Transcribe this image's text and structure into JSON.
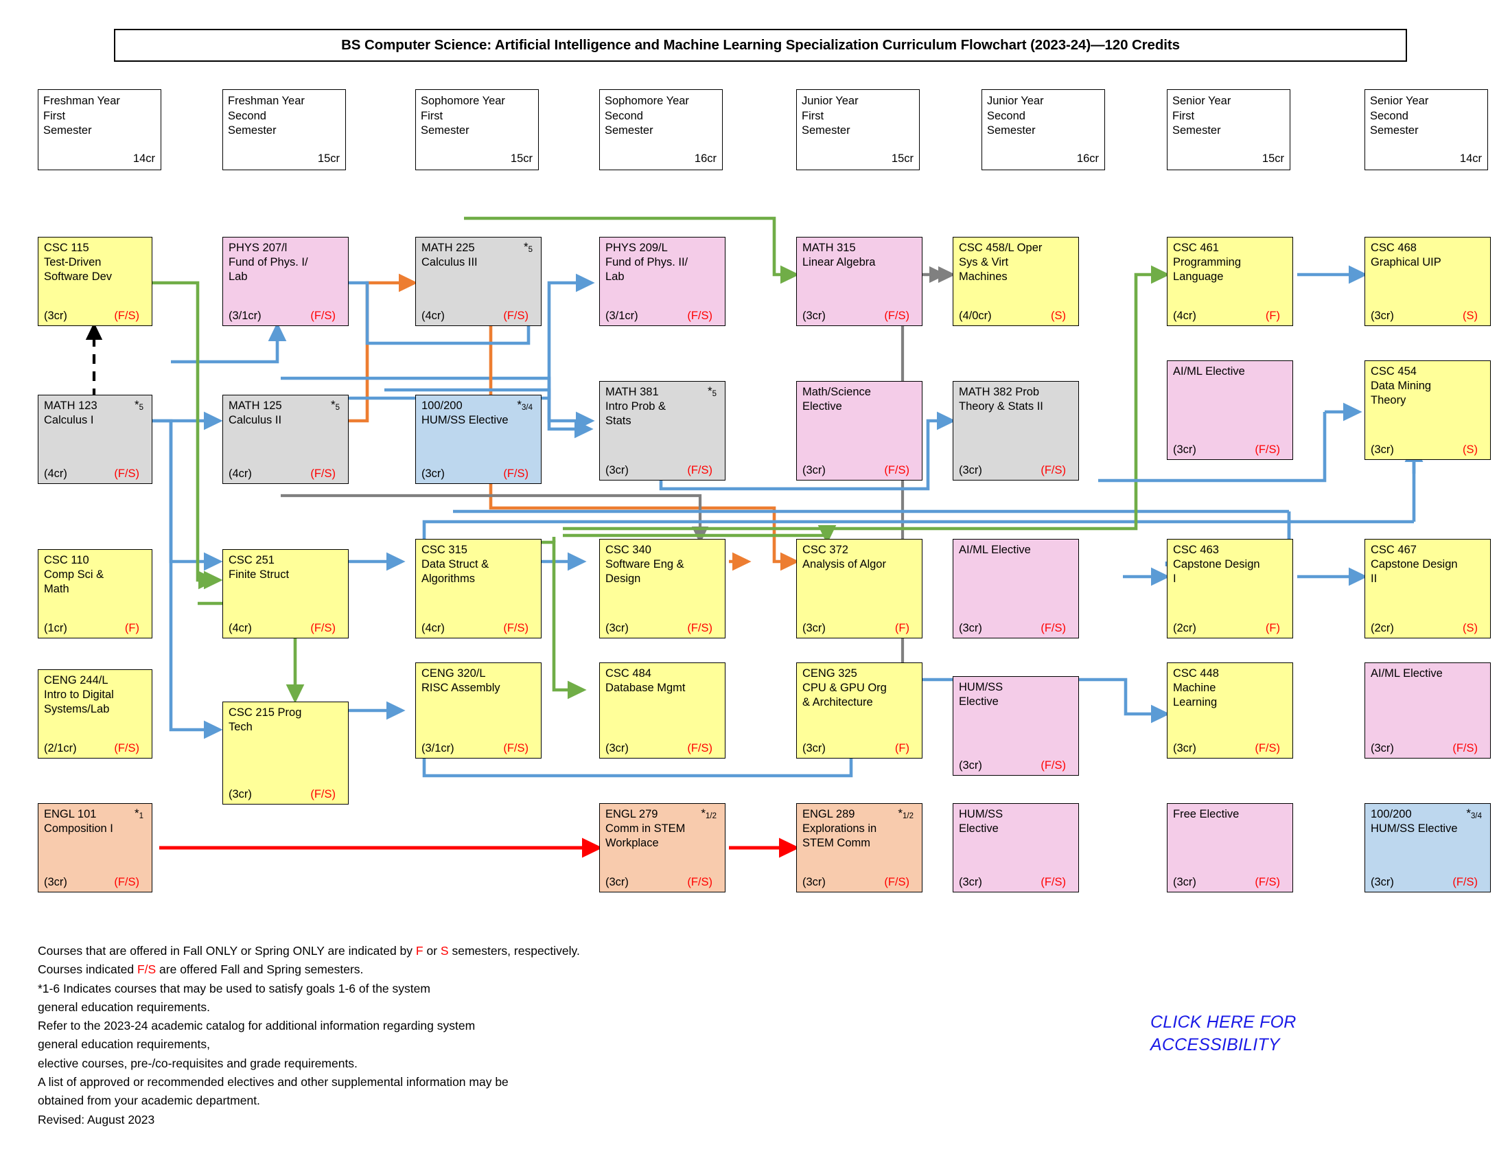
{
  "title": "BS Computer Science: Artificial Intelligence and Machine Learning Specialization Curriculum Flowchart (2023-24)—120 Credits",
  "semesters": [
    {
      "year": "Freshman Year",
      "term": "First",
      "semester_label": "Semester",
      "credits": "14cr"
    },
    {
      "year": "Freshman Year",
      "term": "Second",
      "semester_label": "Semester",
      "credits": "15cr"
    },
    {
      "year": "Sophomore Year",
      "term": "First",
      "semester_label": "Semester",
      "credits": "15cr"
    },
    {
      "year": "Sophomore Year",
      "term": "Second",
      "semester_label": "Semester",
      "credits": "16cr"
    },
    {
      "year": "Junior Year",
      "term": "First",
      "semester_label": "Semester",
      "credits": "15cr"
    },
    {
      "year": "Junior Year",
      "term": "Second",
      "semester_label": "Semester",
      "credits": "16cr"
    },
    {
      "year": "Senior Year",
      "term": "First",
      "semester_label": "Semester",
      "credits": "15cr"
    },
    {
      "year": "Senior Year",
      "term": "Second",
      "semester_label": "Semester",
      "credits": "14cr"
    }
  ],
  "courses": [
    {
      "id": "csc115",
      "lines": [
        "CSC 115",
        "Test-Driven",
        "Software Dev"
      ],
      "credits": "(3cr)",
      "offered": "(F/S)",
      "star": "",
      "color": "yellow"
    },
    {
      "id": "math123",
      "lines": [
        "MATH 123",
        "Calculus I"
      ],
      "credits": "(4cr)",
      "offered": "(F/S)",
      "star": "*5",
      "color": "gray"
    },
    {
      "id": "csc110",
      "lines": [
        "CSC 110",
        "Comp Sci &",
        "Math"
      ],
      "credits": "(1cr)",
      "offered": "(F)",
      "star": "",
      "color": "yellow"
    },
    {
      "id": "ceng244",
      "lines": [
        "CENG 244/L",
        "Intro to Digital",
        "Systems/Lab"
      ],
      "credits": "(2/1cr)",
      "offered": "(F/S)",
      "star": "",
      "color": "yellow"
    },
    {
      "id": "engl101",
      "lines": [
        "ENGL 101",
        "Composition I"
      ],
      "credits": "(3cr)",
      "offered": "(F/S)",
      "star": "*1",
      "color": "peach"
    },
    {
      "id": "phys207",
      "lines": [
        "PHYS 207/l",
        "Fund of Phys. I/",
        "Lab"
      ],
      "credits": "(3/1cr)",
      "offered": "(F/S)",
      "star": "",
      "color": "pink"
    },
    {
      "id": "math125",
      "lines": [
        "MATH 125",
        "Calculus II"
      ],
      "credits": "(4cr)",
      "offered": "(F/S)",
      "star": "*5",
      "color": "gray"
    },
    {
      "id": "csc251",
      "lines": [
        "CSC 251",
        "Finite Struct"
      ],
      "credits": "(4cr)",
      "offered": "(F/S)",
      "star": "",
      "color": "yellow"
    },
    {
      "id": "csc215",
      "lines": [
        "CSC 215 Prog",
        "Tech"
      ],
      "credits": "(3cr)",
      "offered": "(F/S)",
      "star": "",
      "color": "yellow"
    },
    {
      "id": "math225",
      "lines": [
        "MATH 225",
        "Calculus III"
      ],
      "credits": "(4cr)",
      "offered": "(F/S)",
      "star": "*5",
      "color": "gray"
    },
    {
      "id": "hum100a",
      "lines": [
        "100/200",
        "HUM/SS Elective"
      ],
      "credits": "(3cr)",
      "offered": "(F/S)",
      "star": "*3/4",
      "color": "blue"
    },
    {
      "id": "csc315",
      "lines": [
        "CSC 315",
        "Data Struct &",
        "Algorithms"
      ],
      "credits": "(4cr)",
      "offered": "(F/S)",
      "star": "",
      "color": "yellow"
    },
    {
      "id": "ceng320",
      "lines": [
        "CENG 320/L",
        "RISC Assembly"
      ],
      "credits": "(3/1cr)",
      "offered": "(F/S)",
      "star": "",
      "color": "yellow"
    },
    {
      "id": "phys209",
      "lines": [
        "PHYS 209/L",
        "Fund of Phys. II/",
        "Lab"
      ],
      "credits": "(3/1cr)",
      "offered": "(F/S)",
      "star": "",
      "color": "pink"
    },
    {
      "id": "math381",
      "lines": [
        "MATH 381",
        "Intro Prob &",
        "Stats"
      ],
      "credits": "(3cr)",
      "offered": "(F/S)",
      "star": "*5",
      "color": "gray"
    },
    {
      "id": "csc340",
      "lines": [
        "CSC 340",
        "Software Eng &",
        "Design"
      ],
      "credits": "(3cr)",
      "offered": "(F/S)",
      "star": "",
      "color": "yellow"
    },
    {
      "id": "csc484",
      "lines": [
        "CSC 484",
        "Database Mgmt"
      ],
      "credits": "(3cr)",
      "offered": "(F/S)",
      "star": "",
      "color": "yellow"
    },
    {
      "id": "engl279",
      "lines": [
        "ENGL 279",
        "Comm in STEM",
        "Workplace"
      ],
      "credits": "(3cr)",
      "offered": "(F/S)",
      "star": "*1/2",
      "color": "peach"
    },
    {
      "id": "math315",
      "lines": [
        "MATH 315",
        "Linear Algebra"
      ],
      "credits": "(3cr)",
      "offered": "(F/S)",
      "star": "",
      "color": "pink"
    },
    {
      "id": "mathsci",
      "lines": [
        "Math/Science",
        "Elective"
      ],
      "credits": "(3cr)",
      "offered": "(F/S)",
      "star": "",
      "color": "pink"
    },
    {
      "id": "csc372",
      "lines": [
        "CSC 372",
        "Analysis of Algor"
      ],
      "credits": "(3cr)",
      "offered": "(F)",
      "star": "",
      "color": "yellow"
    },
    {
      "id": "ceng325",
      "lines": [
        "CENG 325",
        "CPU & GPU Org",
        "& Architecture"
      ],
      "credits": "(3cr)",
      "offered": "(F)",
      "star": "",
      "color": "yellow"
    },
    {
      "id": "engl289",
      "lines": [
        "ENGL 289",
        "Explorations in",
        "STEM Comm"
      ],
      "credits": "(3cr)",
      "offered": "(F/S)",
      "star": "*1/2",
      "color": "peach"
    },
    {
      "id": "csc458",
      "lines": [
        "CSC 458/L Oper",
        "Sys & Virt",
        "Machines"
      ],
      "credits": "(4/0cr)",
      "offered": "(S)",
      "star": "",
      "color": "yellow"
    },
    {
      "id": "math382",
      "lines": [
        "MATH 382 Prob",
        "Theory & Stats II"
      ],
      "credits": "(3cr)",
      "offered": "(F/S)",
      "star": "",
      "color": "gray"
    },
    {
      "id": "aiml1",
      "lines": [
        "AI/ML Elective"
      ],
      "credits": "(3cr)",
      "offered": "(F/S)",
      "star": "",
      "color": "pink"
    },
    {
      "id": "humss1",
      "lines": [
        "HUM/SS",
        "Elective"
      ],
      "credits": "(3cr)",
      "offered": "(F/S)",
      "star": "",
      "color": "pink"
    },
    {
      "id": "humss2",
      "lines": [
        "HUM/SS",
        "Elective"
      ],
      "credits": "(3cr)",
      "offered": "(F/S)",
      "star": "",
      "color": "pink"
    },
    {
      "id": "csc461",
      "lines": [
        "CSC 461",
        "Programming",
        "Language"
      ],
      "credits": "(4cr)",
      "offered": "(F)",
      "star": "",
      "color": "yellow"
    },
    {
      "id": "aiml2",
      "lines": [
        "AI/ML Elective"
      ],
      "credits": "(3cr)",
      "offered": "(F/S)",
      "star": "",
      "color": "pink"
    },
    {
      "id": "csc463",
      "lines": [
        "CSC 463",
        "Capstone Design",
        "I"
      ],
      "credits": "(2cr)",
      "offered": "(F)",
      "star": "",
      "color": "yellow"
    },
    {
      "id": "csc448",
      "lines": [
        "CSC 448",
        "Machine",
        "Learning"
      ],
      "credits": "(3cr)",
      "offered": "(F/S)",
      "star": "",
      "color": "yellow"
    },
    {
      "id": "free1",
      "lines": [
        "Free Elective"
      ],
      "credits": "(3cr)",
      "offered": "(F/S)",
      "star": "",
      "color": "pink"
    },
    {
      "id": "csc468",
      "lines": [
        "CSC 468",
        "Graphical UIP"
      ],
      "credits": "(3cr)",
      "offered": "(S)",
      "star": "",
      "color": "yellow"
    },
    {
      "id": "csc454",
      "lines": [
        "CSC 454",
        "Data Mining",
        "Theory"
      ],
      "credits": "(3cr)",
      "offered": "(S)",
      "star": "",
      "color": "yellow"
    },
    {
      "id": "csc467",
      "lines": [
        "CSC 467",
        "Capstone Design",
        "II"
      ],
      "credits": "(2cr)",
      "offered": "(S)",
      "star": "",
      "color": "yellow"
    },
    {
      "id": "aiml3",
      "lines": [
        "AI/ML Elective"
      ],
      "credits": "(3cr)",
      "offered": "(F/S)",
      "star": "",
      "color": "pink"
    },
    {
      "id": "hum100b",
      "lines": [
        "100/200",
        "HUM/SS Elective"
      ],
      "credits": "(3cr)",
      "offered": "(F/S)",
      "star": "*3/4",
      "color": "blue"
    }
  ],
  "legend": {
    "lines": [
      "Courses that are offered in Fall ONLY or Spring ONLY are indicated by F or S semesters, respectively.",
      "Courses indicated F/S are offered Fall and Spring semesters.",
      "*1-6 Indicates courses that may be used to satisfy goals 1-6 of the system",
      "general education requirements.",
      "Refer to the 2023-24 academic catalog for additional information regarding system",
      "general education requirements,",
      "elective courses, pre-/co-requisites and grade requirements.",
      "A list of approved or recommended electives and other supplemental information may be",
      "obtained from your academic department.",
      "Revised: August 2023"
    ]
  },
  "accessibility_link": {
    "line1": "CLICK HERE FOR",
    "line2": "ACCESSIBILITY"
  },
  "colors": {
    "yellow": "#ffff99",
    "gray": "#d9d9d9",
    "pink": "#f4cce8",
    "blue": "#bdd7ee",
    "peach": "#f8cbad",
    "arrow_blue": "#5b9bd5",
    "arrow_green": "#70ad47",
    "arrow_orange": "#ed7d31",
    "arrow_gray": "#808080",
    "arrow_red": "#ff0000",
    "arrow_black": "#000000",
    "semester_text": "#ff0000",
    "link": "#1a1ae6"
  }
}
